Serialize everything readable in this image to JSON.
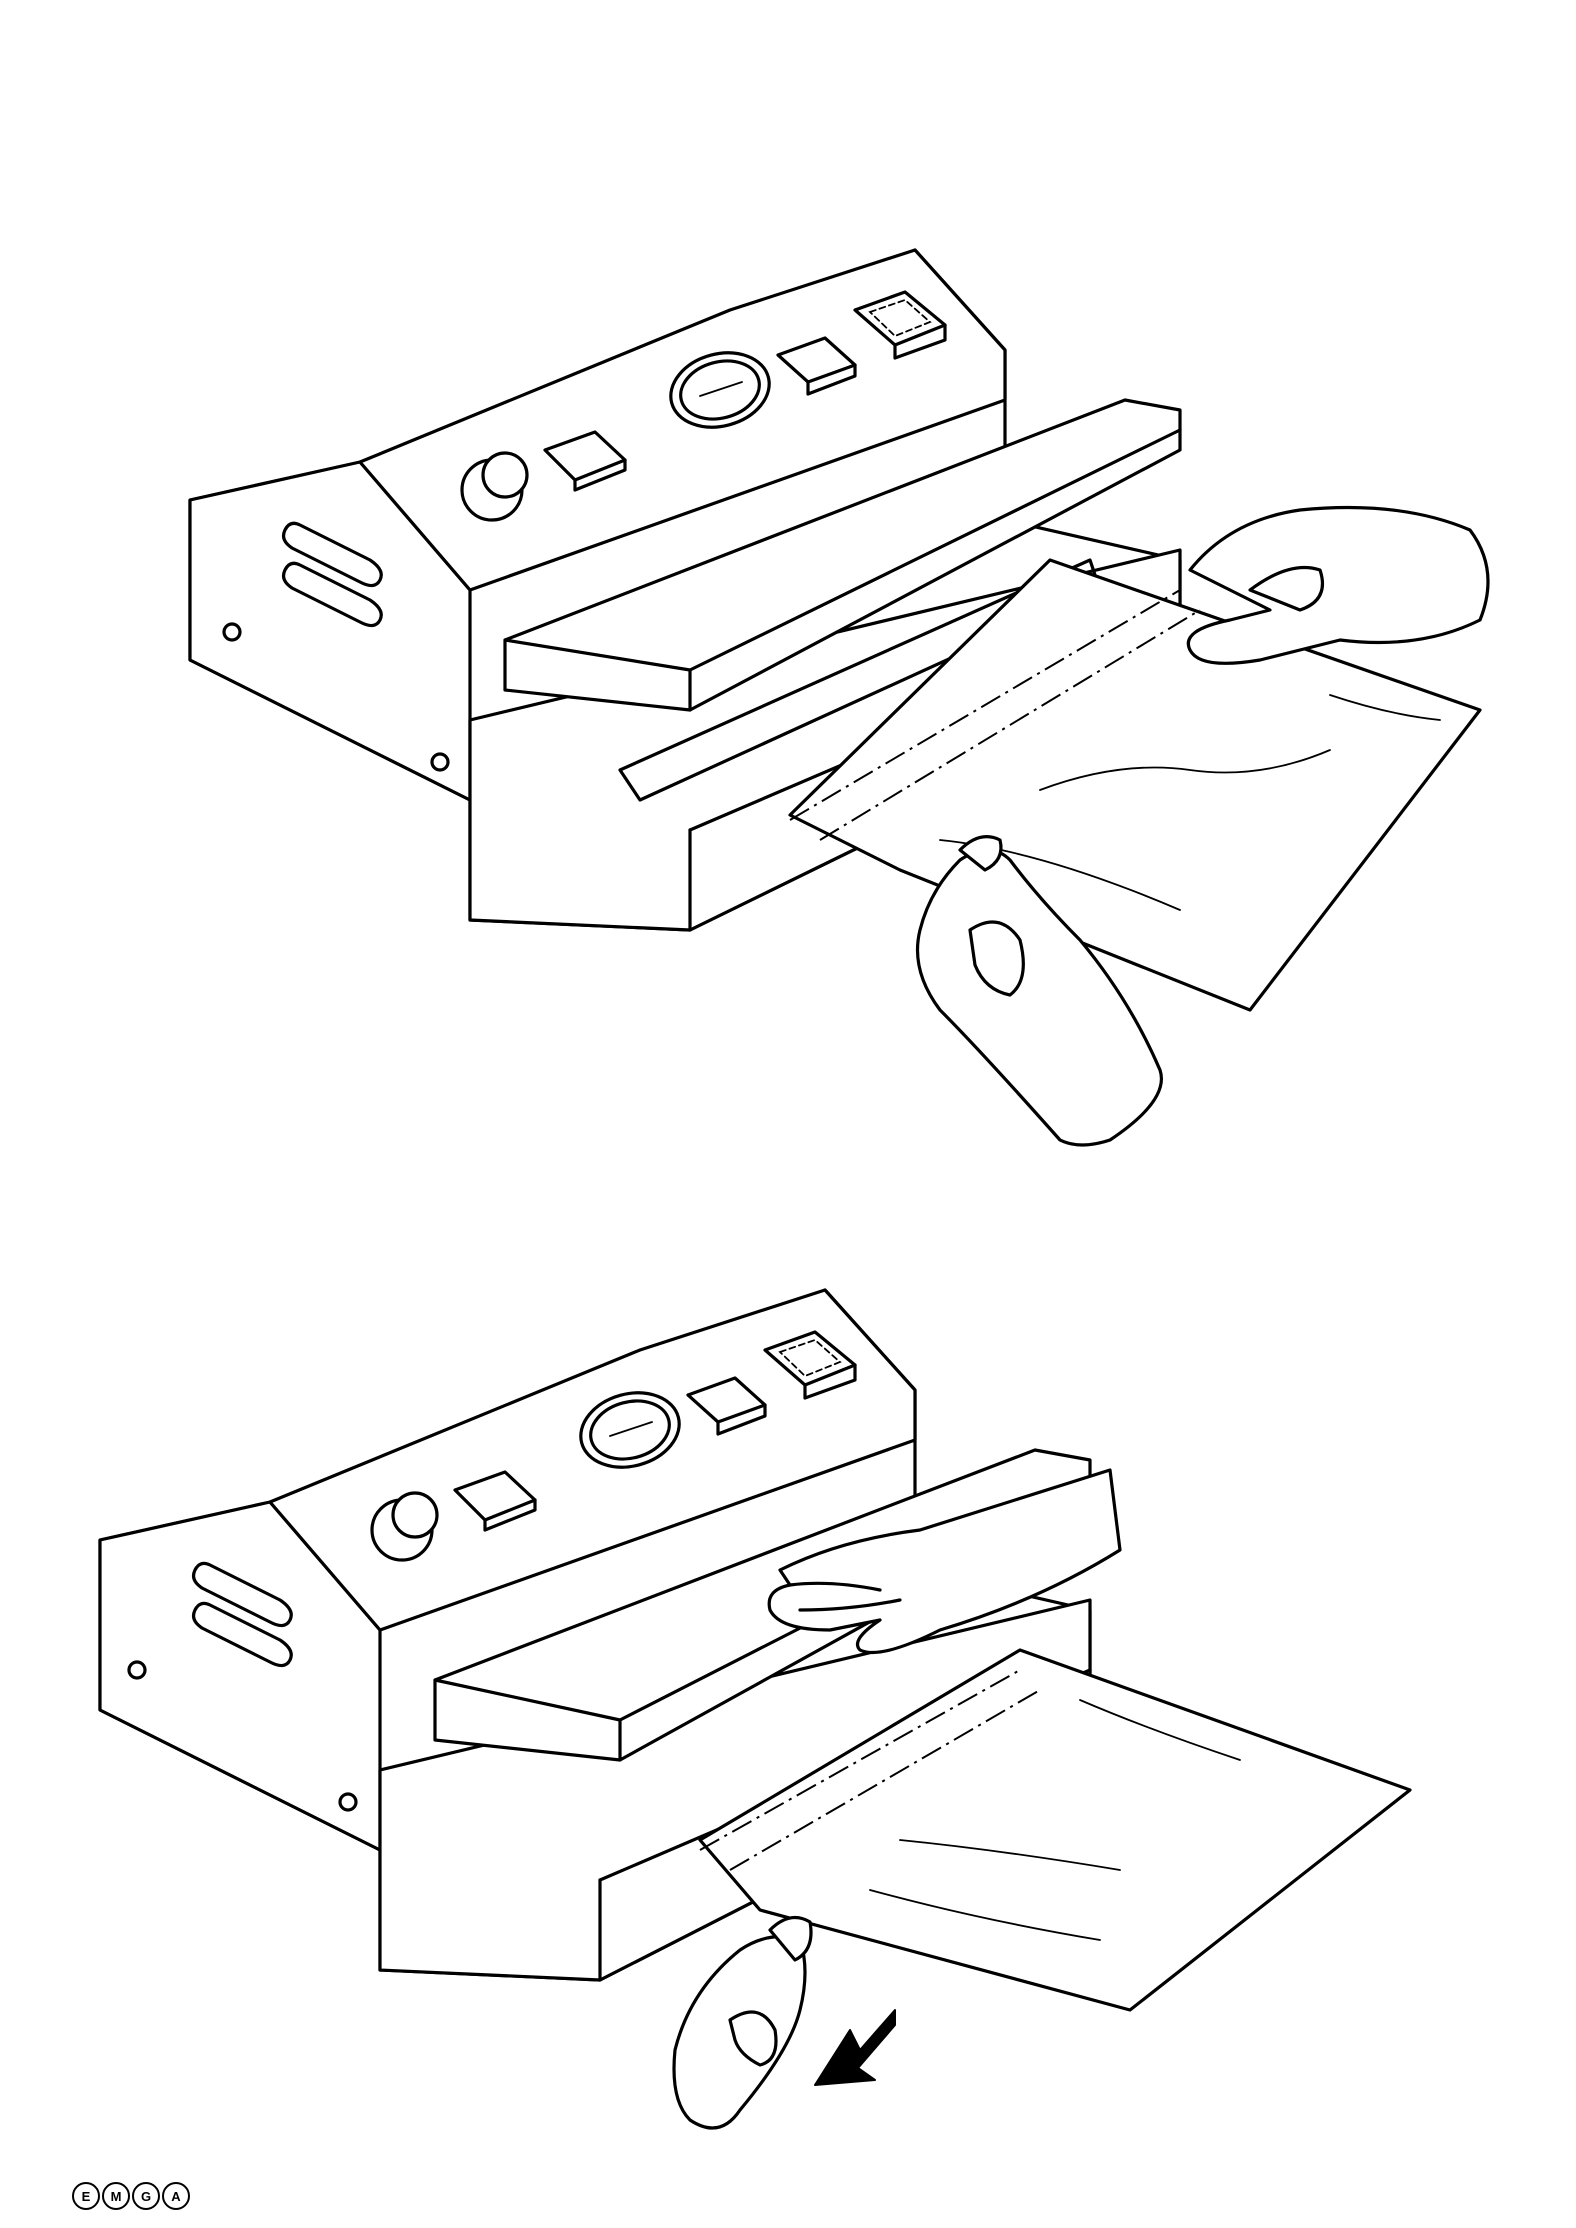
{
  "page": {
    "figures": [
      {
        "step": "insert-bag-under-lid",
        "icons": [
          "vacuum-sealer",
          "hand",
          "vacuum-bag"
        ]
      },
      {
        "step": "press-lid-and-pull-bag",
        "icons": [
          "vacuum-sealer",
          "hand",
          "vacuum-bag",
          "direction-arrow"
        ]
      }
    ],
    "logo": {
      "letters": [
        "E",
        "M",
        "G",
        "A"
      ]
    }
  }
}
